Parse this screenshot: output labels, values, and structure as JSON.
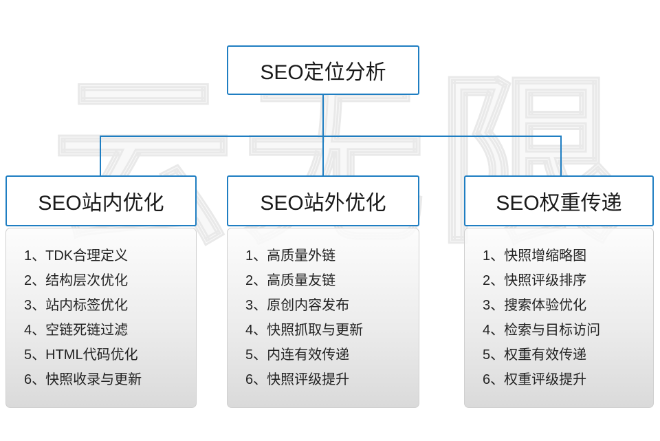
{
  "watermark": "云无限",
  "root": {
    "title": "SEO定位分析"
  },
  "branches": [
    {
      "title": "SEO站内优化",
      "items": [
        "1、TDK合理定义",
        "2、结构层次优化",
        "3、站内标签优化",
        "4、空链死链过滤",
        "5、HTML代码优化",
        "6、快照收录与更新"
      ]
    },
    {
      "title": "SEO站外优化",
      "items": [
        "1、高质量外链",
        "2、高质量友链",
        "3、原创内容发布",
        "4、快照抓取与更新",
        "5、内连有效传递",
        "6、快照评级提升"
      ]
    },
    {
      "title": "SEO权重传递",
      "items": [
        "1、快照增缩略图",
        "2、快照评级排序",
        "3、搜索体验优化",
        "4、检索与目标访问",
        "5、权重有效传递",
        "6、权重评级提升"
      ]
    }
  ],
  "colors": {
    "accent": "#1f7ec2"
  }
}
